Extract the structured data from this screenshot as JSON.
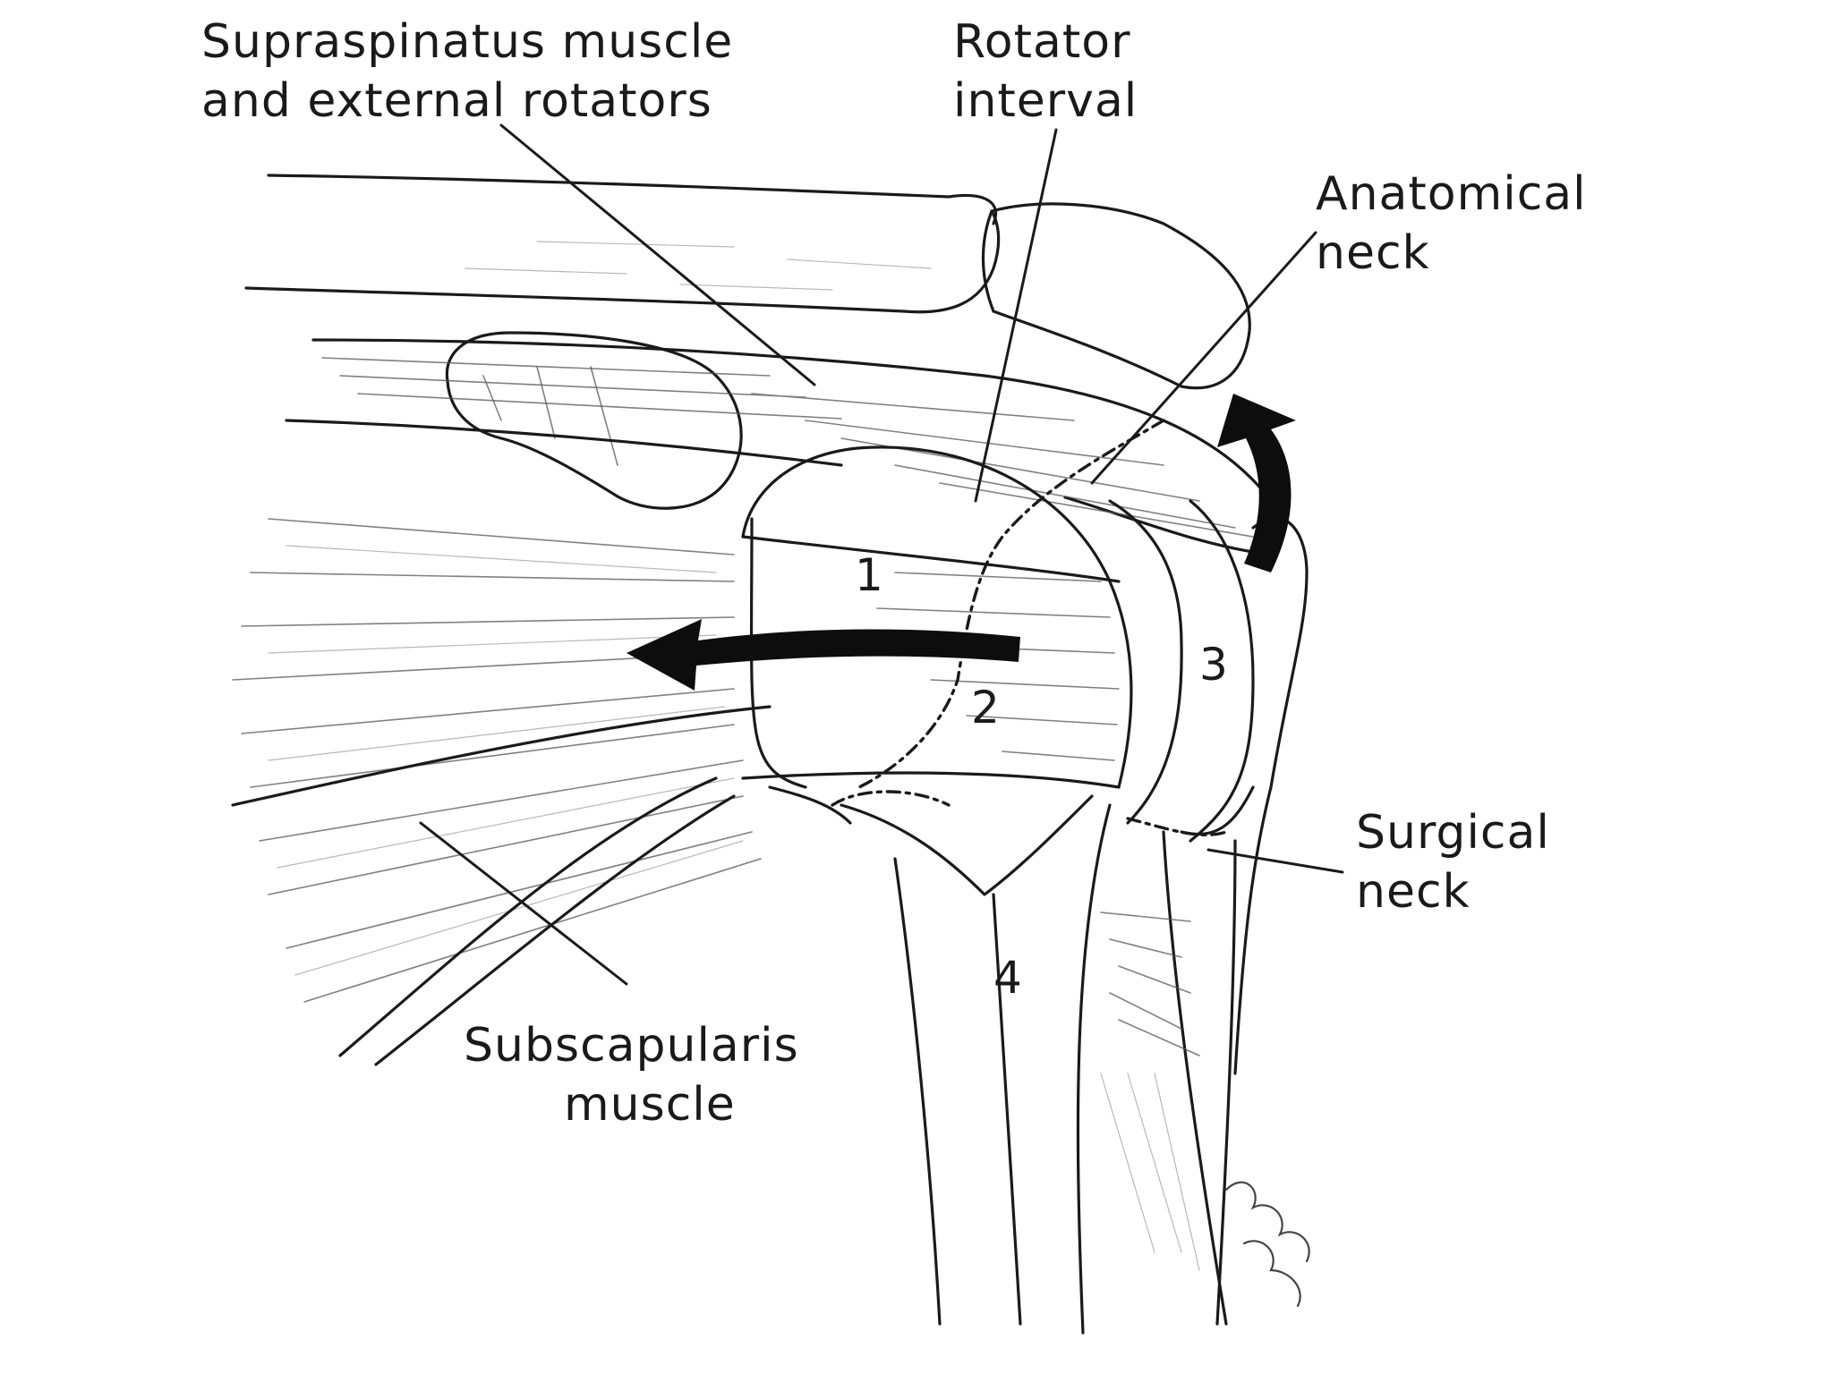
{
  "labels": {
    "supraspinatus_line1": "Supraspinatus muscle",
    "supraspinatus_line2": "and external rotators",
    "rotator_line1": "Rotator",
    "rotator_line2": "interval",
    "anatomical_line1": "Anatomical",
    "anatomical_line2": "neck",
    "surgical_line1": "Surgical",
    "surgical_line2": "neck",
    "subscapularis_line1": "Subscapularis",
    "subscapularis_line2": "muscle"
  },
  "segments": [
    "1",
    "2",
    "3",
    "4"
  ]
}
